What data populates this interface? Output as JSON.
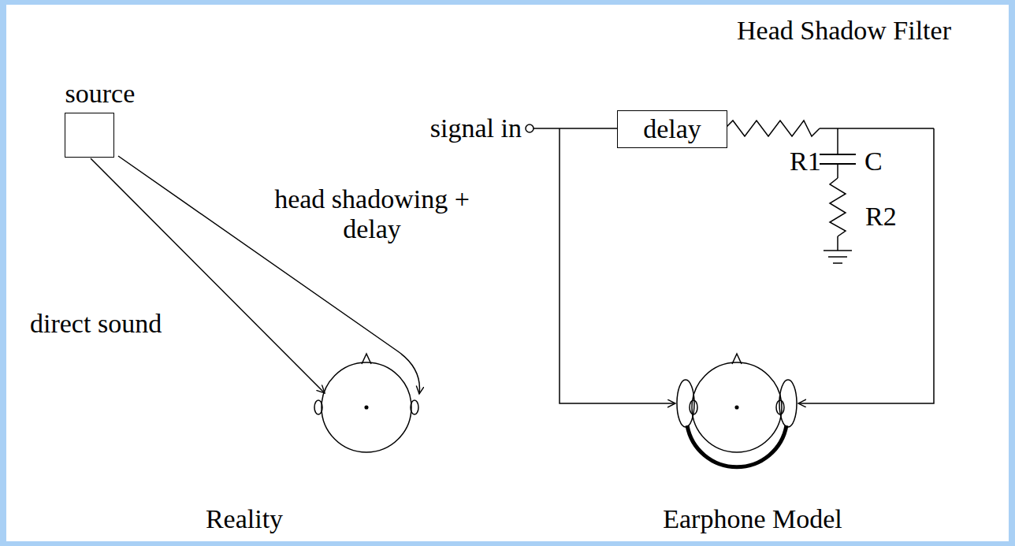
{
  "diagram": {
    "nodes": [
      {
        "text": [
          "source"
        ]
      },
      {
        "text": [
          "delay"
        ]
      }
    ],
    "labels": [
      "direct sound",
      "head shadowing + delay",
      "Reality",
      "signal in",
      "Head Shadow Filter",
      "R1",
      "C",
      "R2",
      "Earphone Model"
    ]
  }
}
